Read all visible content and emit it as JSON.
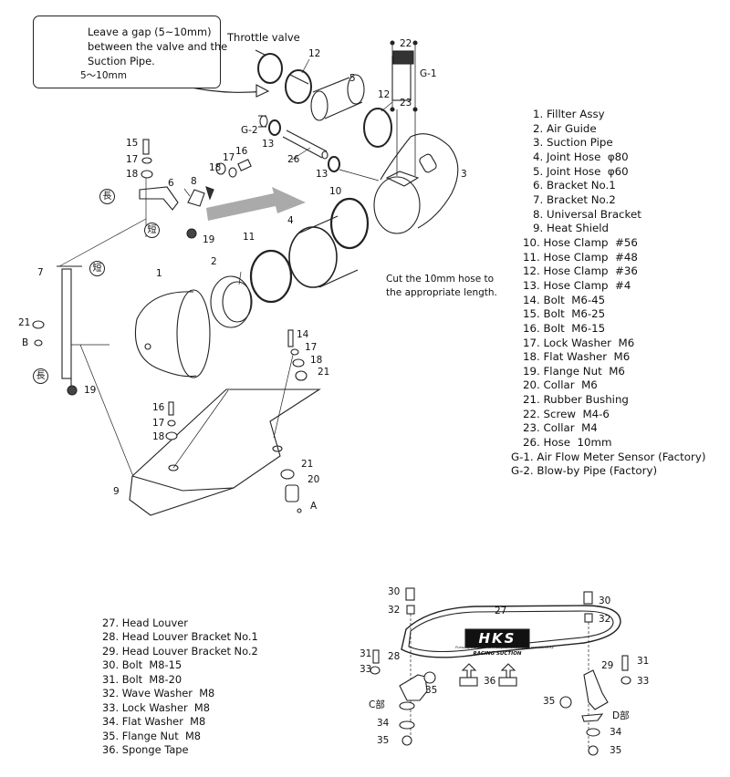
{
  "callout": {
    "lines": [
      "Leave a gap (5~10mm)",
      "between the valve and the",
      "Suction Pipe."
    ],
    "gap_label": "5～10mm"
  },
  "throttle_label": "Throttle valve",
  "cut_note": [
    "Cut the 10mm hose to",
    "the appropriate length."
  ],
  "parts_list": [
    "1. Fillter Assy",
    "2. Air Guide",
    "3. Suction Pipe",
    "4. Joint Hose  φ80",
    "5. Joint Hose  φ60",
    "6. Bracket No.1",
    "7. Bracket No.2",
    "8. Universal Bracket",
    "9. Heat Shield",
    "10. Hose Clamp  #56",
    "11. Hose Clamp  #48",
    "12. Hose Clamp  #36",
    "13. Hose Clamp  #4",
    "14. Bolt  M6-45",
    "15. Bolt  M6-25",
    "16. Bolt  M6-15",
    "17. Lock Washer  M6",
    "18. Flat Washer  M6",
    "19. Flange Nut  M6",
    "20. Collar  M6",
    "21. Rubber Bushing",
    "22. Screw  M4-6",
    "23. Collar  M4",
    "26. Hose  10mm",
    "G-1. Air Flow Meter Sensor (Factory)",
    "G-2. Blow-by Pipe (Factory)"
  ],
  "parts_list_2": [
    "27. Head Louver",
    "28. Head Louver Bracket No.1",
    "29. Head Louver Bracket No.2",
    "30. Bolt  M8-15",
    "31. Bolt  M8-20",
    "32. Wave Washer  M8",
    "33. Lock Washer  M8",
    "34. Flat Washer  M8",
    "35. Flange Nut  M8",
    "36. Sponge Tape"
  ],
  "labels": {
    "n1": "1",
    "n2": "2",
    "n3": "3",
    "n4": "4",
    "n5": "5",
    "n6": "6",
    "n7": "7",
    "n8": "8",
    "n9": "9",
    "n10": "10",
    "n11": "11",
    "n12a": "12",
    "n12b": "12",
    "n13a": "13",
    "n13b": "13",
    "n14": "14",
    "n15": "15",
    "n16a": "16",
    "n16b": "16",
    "n17a": "17",
    "n17b": "17",
    "n17c": "17",
    "n17d": "17",
    "n18a": "18",
    "n18b": "18",
    "n18c": "18",
    "n18d": "18",
    "n19a": "19",
    "n19b": "19",
    "n20": "20",
    "n21a": "21",
    "n21b": "21",
    "n21c": "21",
    "n22": "22",
    "n23": "23",
    "n26": "26",
    "g1": "G-1",
    "g2": "G-2",
    "A": "A",
    "B": "B",
    "k_long1": "長",
    "k_long2": "長",
    "k_short1": "短",
    "k_short2": "短",
    "b27": "27",
    "b28": "28",
    "b29": "29",
    "b30a": "30",
    "b30b": "30",
    "b31a": "31",
    "b31b": "31",
    "b32a": "32",
    "b32b": "32",
    "b33a": "33",
    "b33b": "33",
    "b34a": "34",
    "b34b": "34",
    "b35a": "35",
    "b35b": "35",
    "b35c": "35",
    "b35d": "35",
    "b36": "36",
    "partC": "C部",
    "partD": "D部"
  },
  "logo": {
    "brand": "HKS",
    "product": "RACING SUCTION",
    "tagline": "Pursuing the Ultimate in Engine Performance and Efficiency"
  }
}
